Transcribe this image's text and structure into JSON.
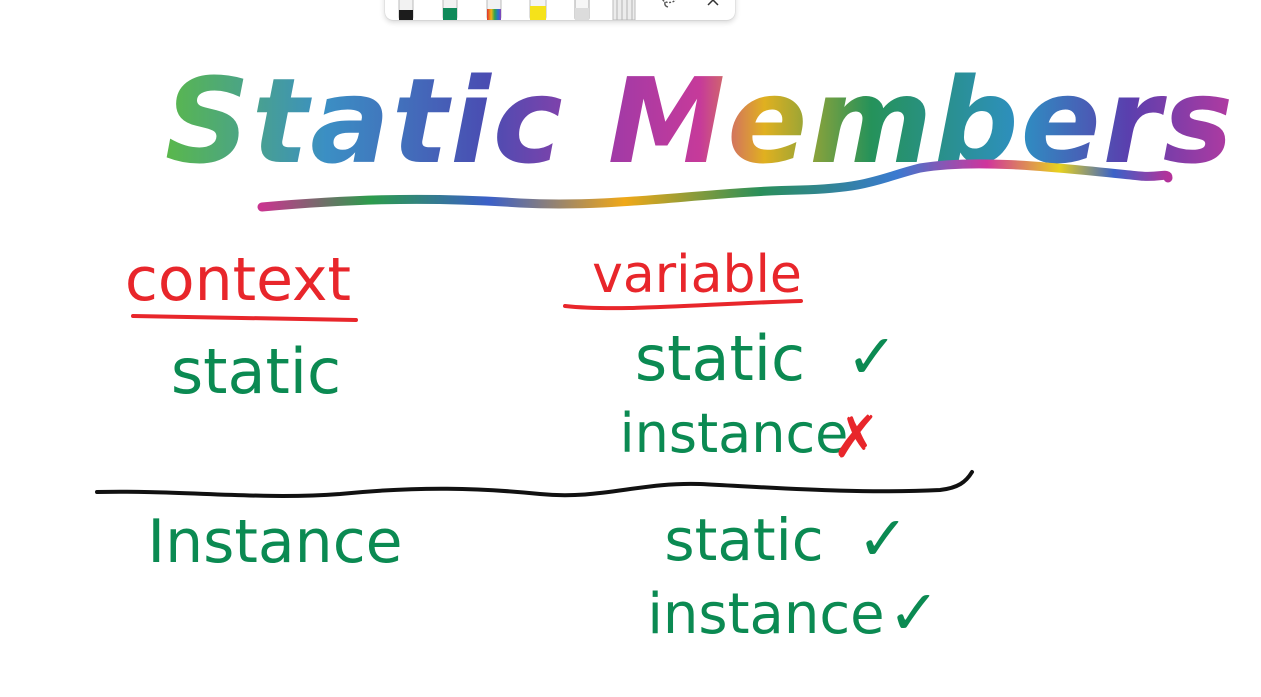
{
  "app": {
    "toolbar": {
      "tools": [
        {
          "icon": "ballpoint-pen-black-icon",
          "color": "#1c1c1c"
        },
        {
          "icon": "pen-green-icon",
          "color": "#0f8a5a"
        },
        {
          "icon": "pen-rainbow-icon",
          "color": "#7b4fb0"
        },
        {
          "icon": "highlighter-yellow-icon",
          "color": "#f5e21a"
        },
        {
          "icon": "eraser-icon",
          "color": "#e8e8e8"
        },
        {
          "icon": "ruler-icon",
          "color": "#d9d9d9"
        }
      ],
      "lasso_icon": "lasso-select-icon",
      "close_icon": "close-icon"
    }
  },
  "whiteboard": {
    "title": "Static Members",
    "columns": {
      "left_header": "context",
      "right_header": "variable"
    },
    "rows": [
      {
        "context": "static",
        "variables": [
          {
            "name": "static",
            "mark": "✓",
            "allowed": true
          },
          {
            "name": "instance",
            "mark": "✗",
            "allowed": false
          }
        ]
      },
      {
        "context": "Instance",
        "variables": [
          {
            "name": "static",
            "mark": "✓",
            "allowed": true
          },
          {
            "name": "instance",
            "mark": "✓",
            "allowed": true
          }
        ]
      }
    ],
    "colors": {
      "heading_red": "#e8262b",
      "body_green": "#0b8a52",
      "divider_black": "#111111"
    }
  }
}
